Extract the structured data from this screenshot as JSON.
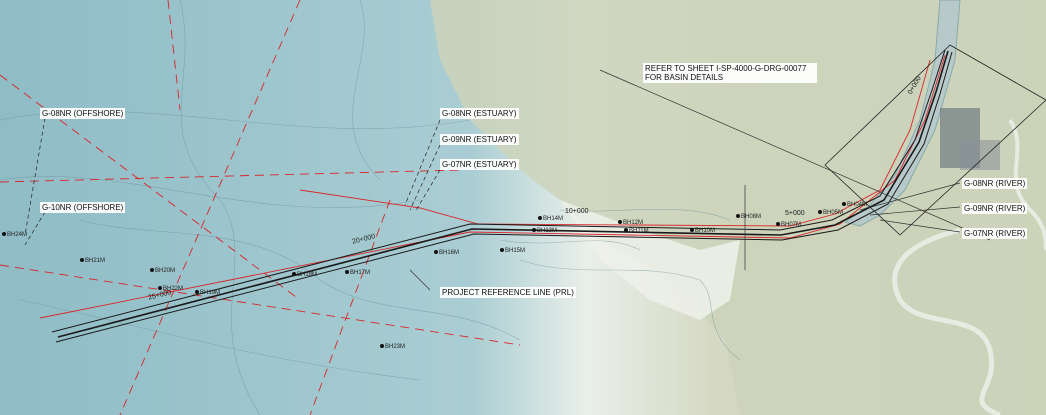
{
  "labels": {
    "basin_note_line1": "REFER TO SHEET I-SP-4000-G-DRG-00077",
    "basin_note_line2": "FOR BASIN DETAILS",
    "g08_offshore": "G-08NR (OFFSHORE)",
    "g10_offshore": "G-10NR (OFFSHORE)",
    "g08_estuary": "G-08NR (ESTUARY)",
    "g09_estuary": "G-09NR (ESTUARY)",
    "g07_estuary": "G-07NR (ESTUARY)",
    "g08_river": "G-08NR (RIVER)",
    "g09_river": "G-09NR (RIVER)",
    "g07_river": "G-07NR (RIVER)",
    "prl": "PROJECT REFERENCE LINE (PRL)"
  },
  "chainages": {
    "c10000": "10+000",
    "c5000": "5+000",
    "c20000": "20+000",
    "c25000": "25+000",
    "c0000": "0+000"
  },
  "boreholes": [
    "BH04M",
    "BH05M",
    "BH07M",
    "BH08M",
    "BH10M",
    "BH11M",
    "BH12M",
    "BH13M",
    "BH14M",
    "BH15M",
    "BH16M",
    "BH17M",
    "BH18M",
    "BH19M",
    "BH20M",
    "BH21M",
    "BH22M",
    "BH23M",
    "BH24M"
  ],
  "colors": {
    "sea": "#9cc3cb",
    "land": "#cfd4bf",
    "route_red": "#d9262a",
    "route_black": "#1a1a1a"
  }
}
